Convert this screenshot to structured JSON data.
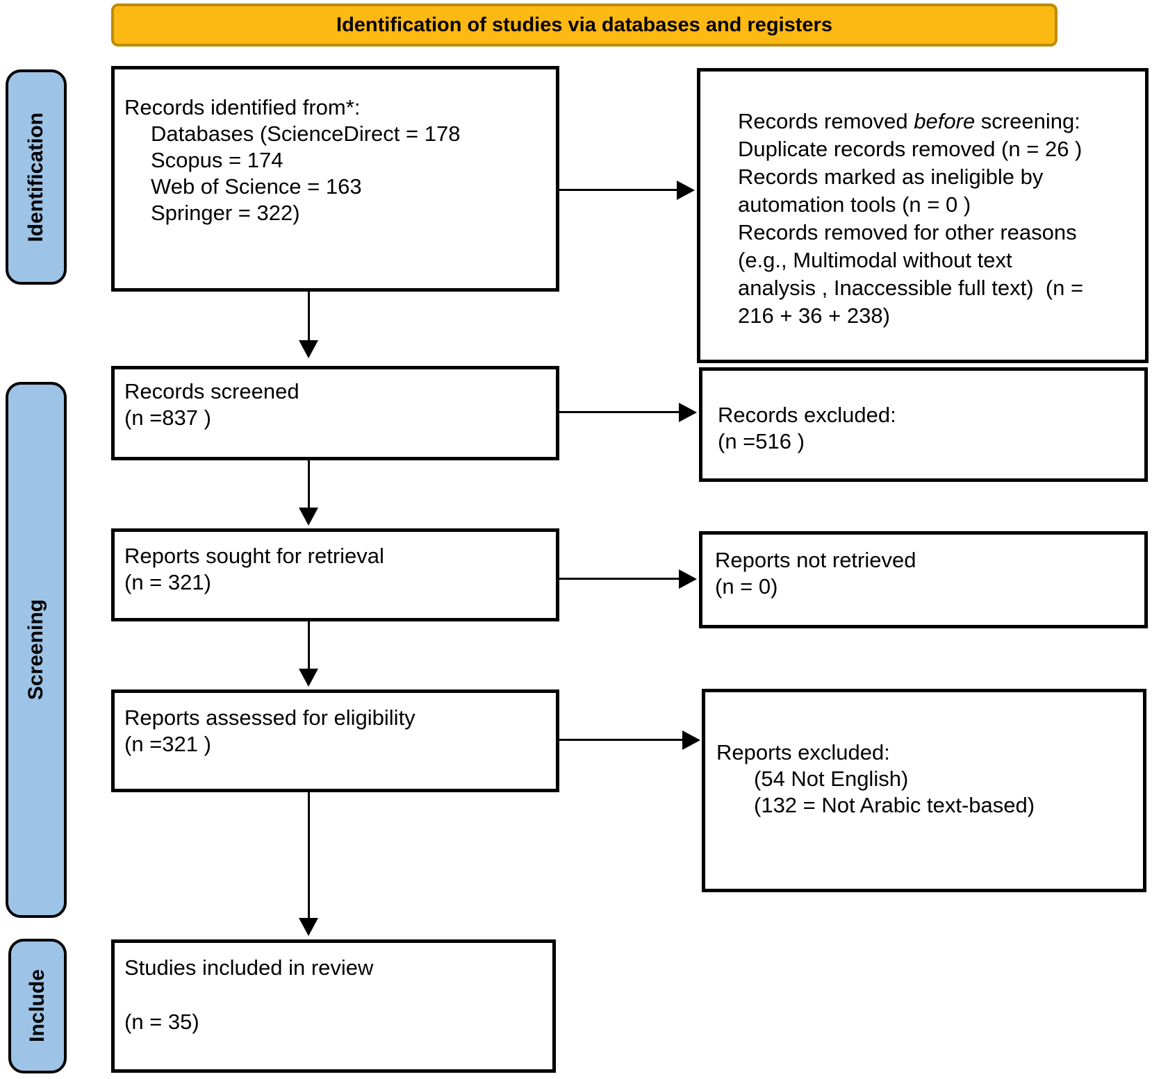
{
  "title": "Identification of studies via databases and registers",
  "stage_labels": {
    "identification": "Identification",
    "screening": "Screening",
    "include": "Include"
  },
  "boxes": {
    "identified": {
      "lines": [
        "Records identified from*:",
        "Databases (ScienceDirect = 178",
        "Scopus = 174",
        "Web of Science = 163",
        "Springer = 322)"
      ]
    },
    "removed": {
      "line1_pre": "Records removed ",
      "line1_italic": "before",
      "line1_post": " screening:",
      "lines": [
        "Duplicate records removed (n = 26 )",
        "Records marked as ineligible by",
        "automation tools (n = 0 )",
        "Records removed for other reasons",
        "(e.g., Multimodal without text",
        "analysis , Inaccessible full text)  (n =",
        "216 + 36 + 238)"
      ]
    },
    "screened": {
      "lines": [
        "Records screened",
        "(n =837 )"
      ]
    },
    "records_excluded": {
      "lines": [
        "Records excluded:",
        "(n =516 )"
      ]
    },
    "sought": {
      "lines": [
        "Reports sought for retrieval",
        "(n = 321)"
      ]
    },
    "not_retrieved": {
      "lines": [
        "Reports not retrieved",
        "(n = 0)"
      ]
    },
    "assessed": {
      "lines": [
        "Reports assessed for eligibility",
        "(n =321 )"
      ]
    },
    "reports_excluded": {
      "lines": [
        "Reports excluded:",
        "(54 Not English)",
        "(132 = Not Arabic text-based)"
      ]
    },
    "included": {
      "lines": [
        "Studies included in review",
        "(n = 35)"
      ]
    }
  },
  "colors": {
    "banner_fill": "#FCB813",
    "banner_border": "#BC8C00",
    "stage_fill": "#9DC3E6",
    "box_border": "#000000"
  }
}
